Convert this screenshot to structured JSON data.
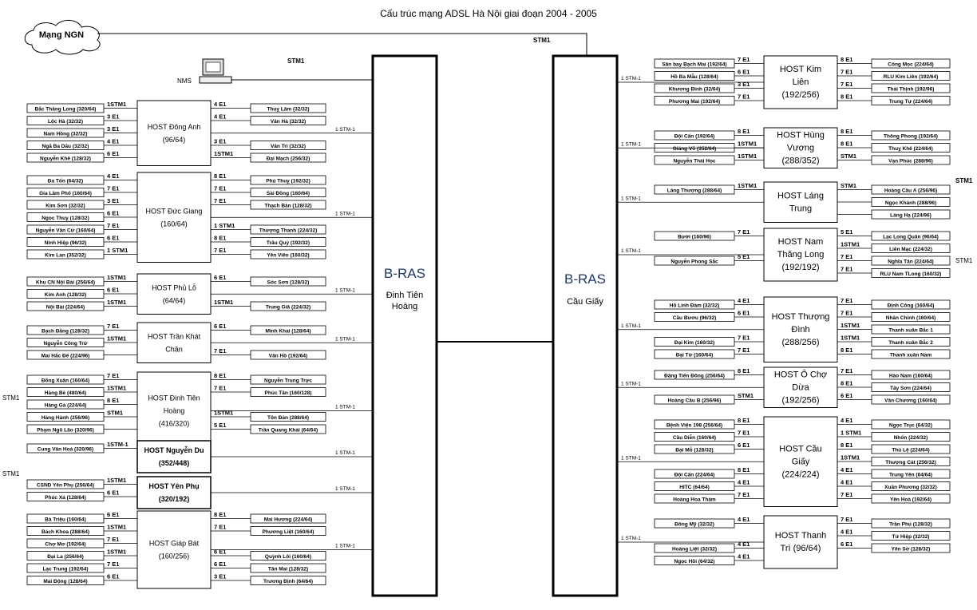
{
  "title": "Cấu trúc mạng ADSL Hà Nội giai đoạn 2004 - 2005",
  "ngn": "Mạng NGN",
  "nms": "NMS",
  "stm1": "STM1",
  "stm_1": "1 STM-1",
  "bras_left": {
    "name": "B-RAS",
    "sub1": "Đinh Tiên",
    "sub2": "Hoàng"
  },
  "bras_right": {
    "name": "B-RAS",
    "sub1": "Cầu Giấy"
  },
  "left_hosts": [
    {
      "name1": "HOST Đông Anh",
      "name2": "(96/64)",
      "rows": 5,
      "left": [
        [
          "Bắc Thăng Long (320/64)",
          "1STM1"
        ],
        [
          "Lộc Hà (32/32)",
          "3 E1"
        ],
        [
          "Nam Hồng (32/32)",
          "3 E1"
        ],
        [
          "Ngã Ba Dâu (32/32)",
          "4 E1"
        ],
        [
          "Nguyễn Khê (128/32)",
          "6 E1"
        ]
      ],
      "right": [
        [
          "4 E1",
          "Thuỵ Lâm (32/32)"
        ],
        [
          "4 E1",
          "Vân Hà (32/32)"
        ],
        [
          "",
          ""
        ],
        [
          "3 E1",
          "Vân Trì (32/32)"
        ],
        [
          "1STM1",
          "Đại Mạch (256/32)"
        ]
      ]
    },
    {
      "name1": "HOST Đức Giang",
      "name2": "(160/64)",
      "rows": 7,
      "left": [
        [
          "Đa Tốn (64/32)",
          "4 E1"
        ],
        [
          "Gia Lâm Phố (160/64)",
          "7 E1"
        ],
        [
          "Kim Sơn (32/32)",
          "3 E1"
        ],
        [
          "Ngọc Thuỵ (128/32)",
          "6 E1"
        ],
        [
          "Nguyễn Văn Cừ (160/64)",
          "7 E1"
        ],
        [
          "Ninh Hiệp (96/32)",
          "6 E1"
        ],
        [
          "Kim Lan (352/32)",
          "1 STM1"
        ]
      ],
      "right": [
        [
          "8 E1",
          "Phú Thuỵ (192/32)"
        ],
        [
          "7 E1",
          "Sài Đồng (160/64)"
        ],
        [
          "7 E1",
          "Thạch Bàn (128/32)"
        ],
        [
          "",
          ""
        ],
        [
          "1 STM1",
          "Thượng Thanh (224/32)"
        ],
        [
          "8 E1",
          "Trâu Quỳ (192/32)"
        ],
        [
          "7 E1",
          "Yên Viên (160/32)"
        ]
      ]
    },
    {
      "name1": "HOST Phủ Lỗ",
      "name2": "(64/64)",
      "rows": 3,
      "left": [
        [
          "Khu CN Nội Bài (256/64)",
          "1STM1"
        ],
        [
          "Kim Anh (128/32)",
          "6 E1"
        ],
        [
          "Nội Bài (224/64)",
          "1STM1"
        ]
      ],
      "right": [
        [
          "6 E1",
          "Sóc Sơn (128/32)"
        ],
        [
          "",
          ""
        ],
        [
          "1STM1",
          "Trung Giã (224/32)"
        ]
      ]
    },
    {
      "name1": "HOST Trần Khát",
      "name2": "Chân",
      "rows": 3,
      "left": [
        [
          "Bạch Đằng (128/32)",
          "7 E1"
        ],
        [
          "Nguyễn Công Trứ",
          "1STM1"
        ],
        [
          "Mai Hắc Đế (224/96)",
          ""
        ]
      ],
      "right": [
        [
          "6 E1",
          "Minh Khai (128/64)"
        ],
        [
          "",
          ""
        ],
        [
          "7 E1",
          "Vân Hồ (192/64)"
        ]
      ]
    },
    {
      "name1": "HOST Đinh Tiên",
      "name2": "Hoàng",
      "name3": "(416/320)",
      "rows": 6,
      "left": [
        [
          "Đồng Xuân (160/64)",
          "7 E1"
        ],
        [
          "Hàng Bè (480/64)",
          "1STM1"
        ],
        [
          "Hàng Gà (224/64)",
          "8 E1"
        ],
        [
          "Hàng Hành (256/96)",
          "STM1"
        ],
        [
          "Phạm Ngũ Lão (320/96)",
          ""
        ],
        [
          "",
          ""
        ]
      ],
      "right": [
        [
          "8 E1",
          "Nguyễn Trung Trực"
        ],
        [
          "7 E1",
          "Phúc Tân (160/128)"
        ],
        [
          "",
          ""
        ],
        [
          "1STM1",
          "Tôn Đản (288/64)"
        ],
        [
          "5 E1",
          "Trần Quang Khải (64/64)"
        ],
        [
          "",
          ""
        ]
      ]
    },
    {
      "name1": "HOST Nguyễn Du",
      "name2": "(352/448)",
      "bold": true,
      "rows": 1,
      "left": [
        [
          "Cung Văn Hoá (320/96)",
          "1STM-1"
        ]
      ],
      "right": []
    },
    {
      "name1": "HOST Yên Phụ",
      "name2": "(320/192)",
      "bold": true,
      "rows": 2,
      "left": [
        [
          "CSND Yên Phụ (256/64)",
          "1STM1"
        ],
        [
          "Phúc Xá (128/64)",
          "6 E1"
        ]
      ],
      "right": []
    },
    {
      "name1": "HOST Giáp Bát",
      "name2": "(160/256)",
      "rows": 6,
      "left": [
        [
          "Bà Triệu (160/64)",
          "6 E1"
        ],
        [
          "Bách Khoa (288/64)",
          "1STM1"
        ],
        [
          "Chợ Mơ (192/64)",
          "7 E1"
        ],
        [
          "Đại La (256/64)",
          "1STM1"
        ],
        [
          "Lạc Trung (192/64)",
          "7 E1"
        ],
        [
          "Mai Động (128/64)",
          "6 E1"
        ]
      ],
      "right": [
        [
          "8 E1",
          "Mai Hương (224/64)"
        ],
        [
          "7 E1",
          "Phương Liệt (160/64)"
        ],
        [
          "",
          ""
        ],
        [
          "6 E1",
          "Quỳnh Lôi (160/64)"
        ],
        [
          "6 E1",
          "Tân Mai (128/32)"
        ],
        [
          "3 E1",
          "Trương Định (64/64)"
        ]
      ]
    }
  ],
  "right_hosts": [
    {
      "name1": "HOST Kim",
      "name2": "Liên",
      "name3": "(192/256)",
      "rows": 4,
      "left": [
        [
          "Sân bay Bạch Mai (192/64)",
          "7 E1"
        ],
        [
          "Hồ Ba Mẫu (128/64)",
          "6 E1"
        ],
        [
          "Khương Đình (32/64)",
          "3 E1"
        ],
        [
          "Phương Mai (192/64)",
          "7 E1"
        ]
      ],
      "right": [
        [
          "8 E1",
          "Cống Mọc (224/64)"
        ],
        [
          "7 E1",
          "RLU Kim Liên (192/64)"
        ],
        [
          "7 E1",
          "Thái Thịnh (192/96)"
        ],
        [
          "8 E1",
          "Trung Tự (224/64)"
        ]
      ]
    },
    {
      "name1": "HOST Hùng",
      "name2": "Vương",
      "name3": "(288/352)",
      "rows": 3,
      "left": [
        [
          "Đội Cấn (192/64)",
          "8 E1"
        ],
        [
          "Giảng Võ (352/64)",
          "1STM1"
        ],
        [
          "Nguyễn Thái Học",
          "1STM1"
        ]
      ],
      "right": [
        [
          "8 E1",
          "Thông Phong (192/64)"
        ],
        [
          "8 E1",
          "Thuỵ Khê (224/64)"
        ],
        [
          "STM1",
          "Vạn Phúc (288/96)"
        ]
      ]
    },
    {
      "name1": "HOST Láng",
      "name2": "Trung",
      "rows": 3,
      "left": [
        [
          "Láng Thượng (288/64)",
          "1STM1"
        ]
      ],
      "right": [
        [
          "STM1",
          "Hoàng Cầu A (256/96)"
        ],
        [
          "",
          "Ngọc Khánh (288/96)"
        ],
        [
          "",
          "Láng Hạ (224/96)"
        ]
      ]
    },
    {
      "name1": "HOST Nam",
      "name2": "Thăng Long",
      "name3": "(192/192)",
      "rows": 4,
      "left": [
        [
          "Bưởi (160/96)",
          "7 E1"
        ],
        [
          "",
          ""
        ],
        [
          "Nguyễn Phong Sắc",
          "5 E1"
        ]
      ],
      "right": [
        [
          "5 E1",
          "Lạc Long Quân (96/64)"
        ],
        [
          "1STM1",
          "Liên Mạc (224/32)"
        ],
        [
          "7 E1",
          "Nghĩa Tân (224/64)"
        ],
        [
          "7 E1",
          "RLU Nam TLong (160/32)"
        ]
      ]
    },
    {
      "name1": "HOST Thượng",
      "name2": "Đình",
      "name3": "(288/256)",
      "rows": 5,
      "left": [
        [
          "Hồ Linh Đàm (32/32)",
          "4 E1"
        ],
        [
          "Cầu Bươu (96/32)",
          "6 E1"
        ],
        [
          "",
          ""
        ],
        [
          "Đại Kim (160/32)",
          "7 E1"
        ],
        [
          "Đại Từ (160/64)",
          "7 E1"
        ]
      ],
      "right": [
        [
          "7 E1",
          "Định Công (160/64)"
        ],
        [
          "7 E1",
          "Nhân Chính (160/64)"
        ],
        [
          "1STM1",
          "Thanh xuân Bắc 1"
        ],
        [
          "1STM1",
          "Thanh xuân Bắc 2"
        ],
        [
          "8 E1",
          "Thanh xuân Nam"
        ]
      ]
    },
    {
      "name1": "HOST Ô Chợ",
      "name2": "Dừa",
      "name3": "(192/256)",
      "rows": 3,
      "left": [
        [
          "Đặng Tiến Đông (256/64)",
          "8 E1"
        ],
        [
          "",
          ""
        ],
        [
          "Hoàng Cầu B (256/96)",
          "STM1"
        ]
      ],
      "right": [
        [
          "7 E1",
          "Hào Nam (160/64)"
        ],
        [
          "8 E1",
          "Tây Sơn (224/64)"
        ],
        [
          "6 E1",
          "Văn Chương (160/64)"
        ]
      ]
    },
    {
      "name1": "HOST Cầu",
      "name2": "Giấy",
      "name3": "(224/224)",
      "rows": 7,
      "left": [
        [
          "Bệnh Viện 198 (256/64)",
          "8 E1"
        ],
        [
          "Cầu Diễn (160/64)",
          "7 E1"
        ],
        [
          "Đại Mỗ (128/32)",
          "6 E1"
        ],
        [
          "",
          ""
        ],
        [
          "Đội Cấn (224/64)",
          "8 E1"
        ],
        [
          "HITC (64/64)",
          "4 E1"
        ],
        [
          "Hoàng Hoa Thám",
          "7 E1"
        ]
      ],
      "right": [
        [
          "4 E1",
          "Ngọc Trục (64/32)"
        ],
        [
          "1 STM1",
          "Nhổn (224/32)"
        ],
        [
          "8 E1",
          "Thủ Lệ (224/64)"
        ],
        [
          "1STM1",
          "Thượng Cát (256/32)"
        ],
        [
          "4 E1",
          "Trung Yên (64/64)"
        ],
        [
          "4 E1",
          "Xuân Phương (32/32)"
        ],
        [
          "7 E1",
          "Yên Hoà (192/64)"
        ]
      ]
    },
    {
      "name1": "HOST Thanh",
      "name2": "Trì (96/64)",
      "rows": 4,
      "left": [
        [
          "Đông Mỹ (32/32)",
          "4 E1"
        ],
        [
          "",
          ""
        ],
        [
          "Hoàng Liệt (32/32)",
          "4 E1"
        ],
        [
          "Ngọc Hồi (64/32)",
          "4 E1"
        ]
      ],
      "right": [
        [
          "7 E1",
          "Trần Phú (128/32)"
        ],
        [
          "4 E1",
          "Tứ Hiệp (32/32)"
        ],
        [
          "6 E1",
          "Yên Sở (128/32)"
        ]
      ]
    }
  ]
}
